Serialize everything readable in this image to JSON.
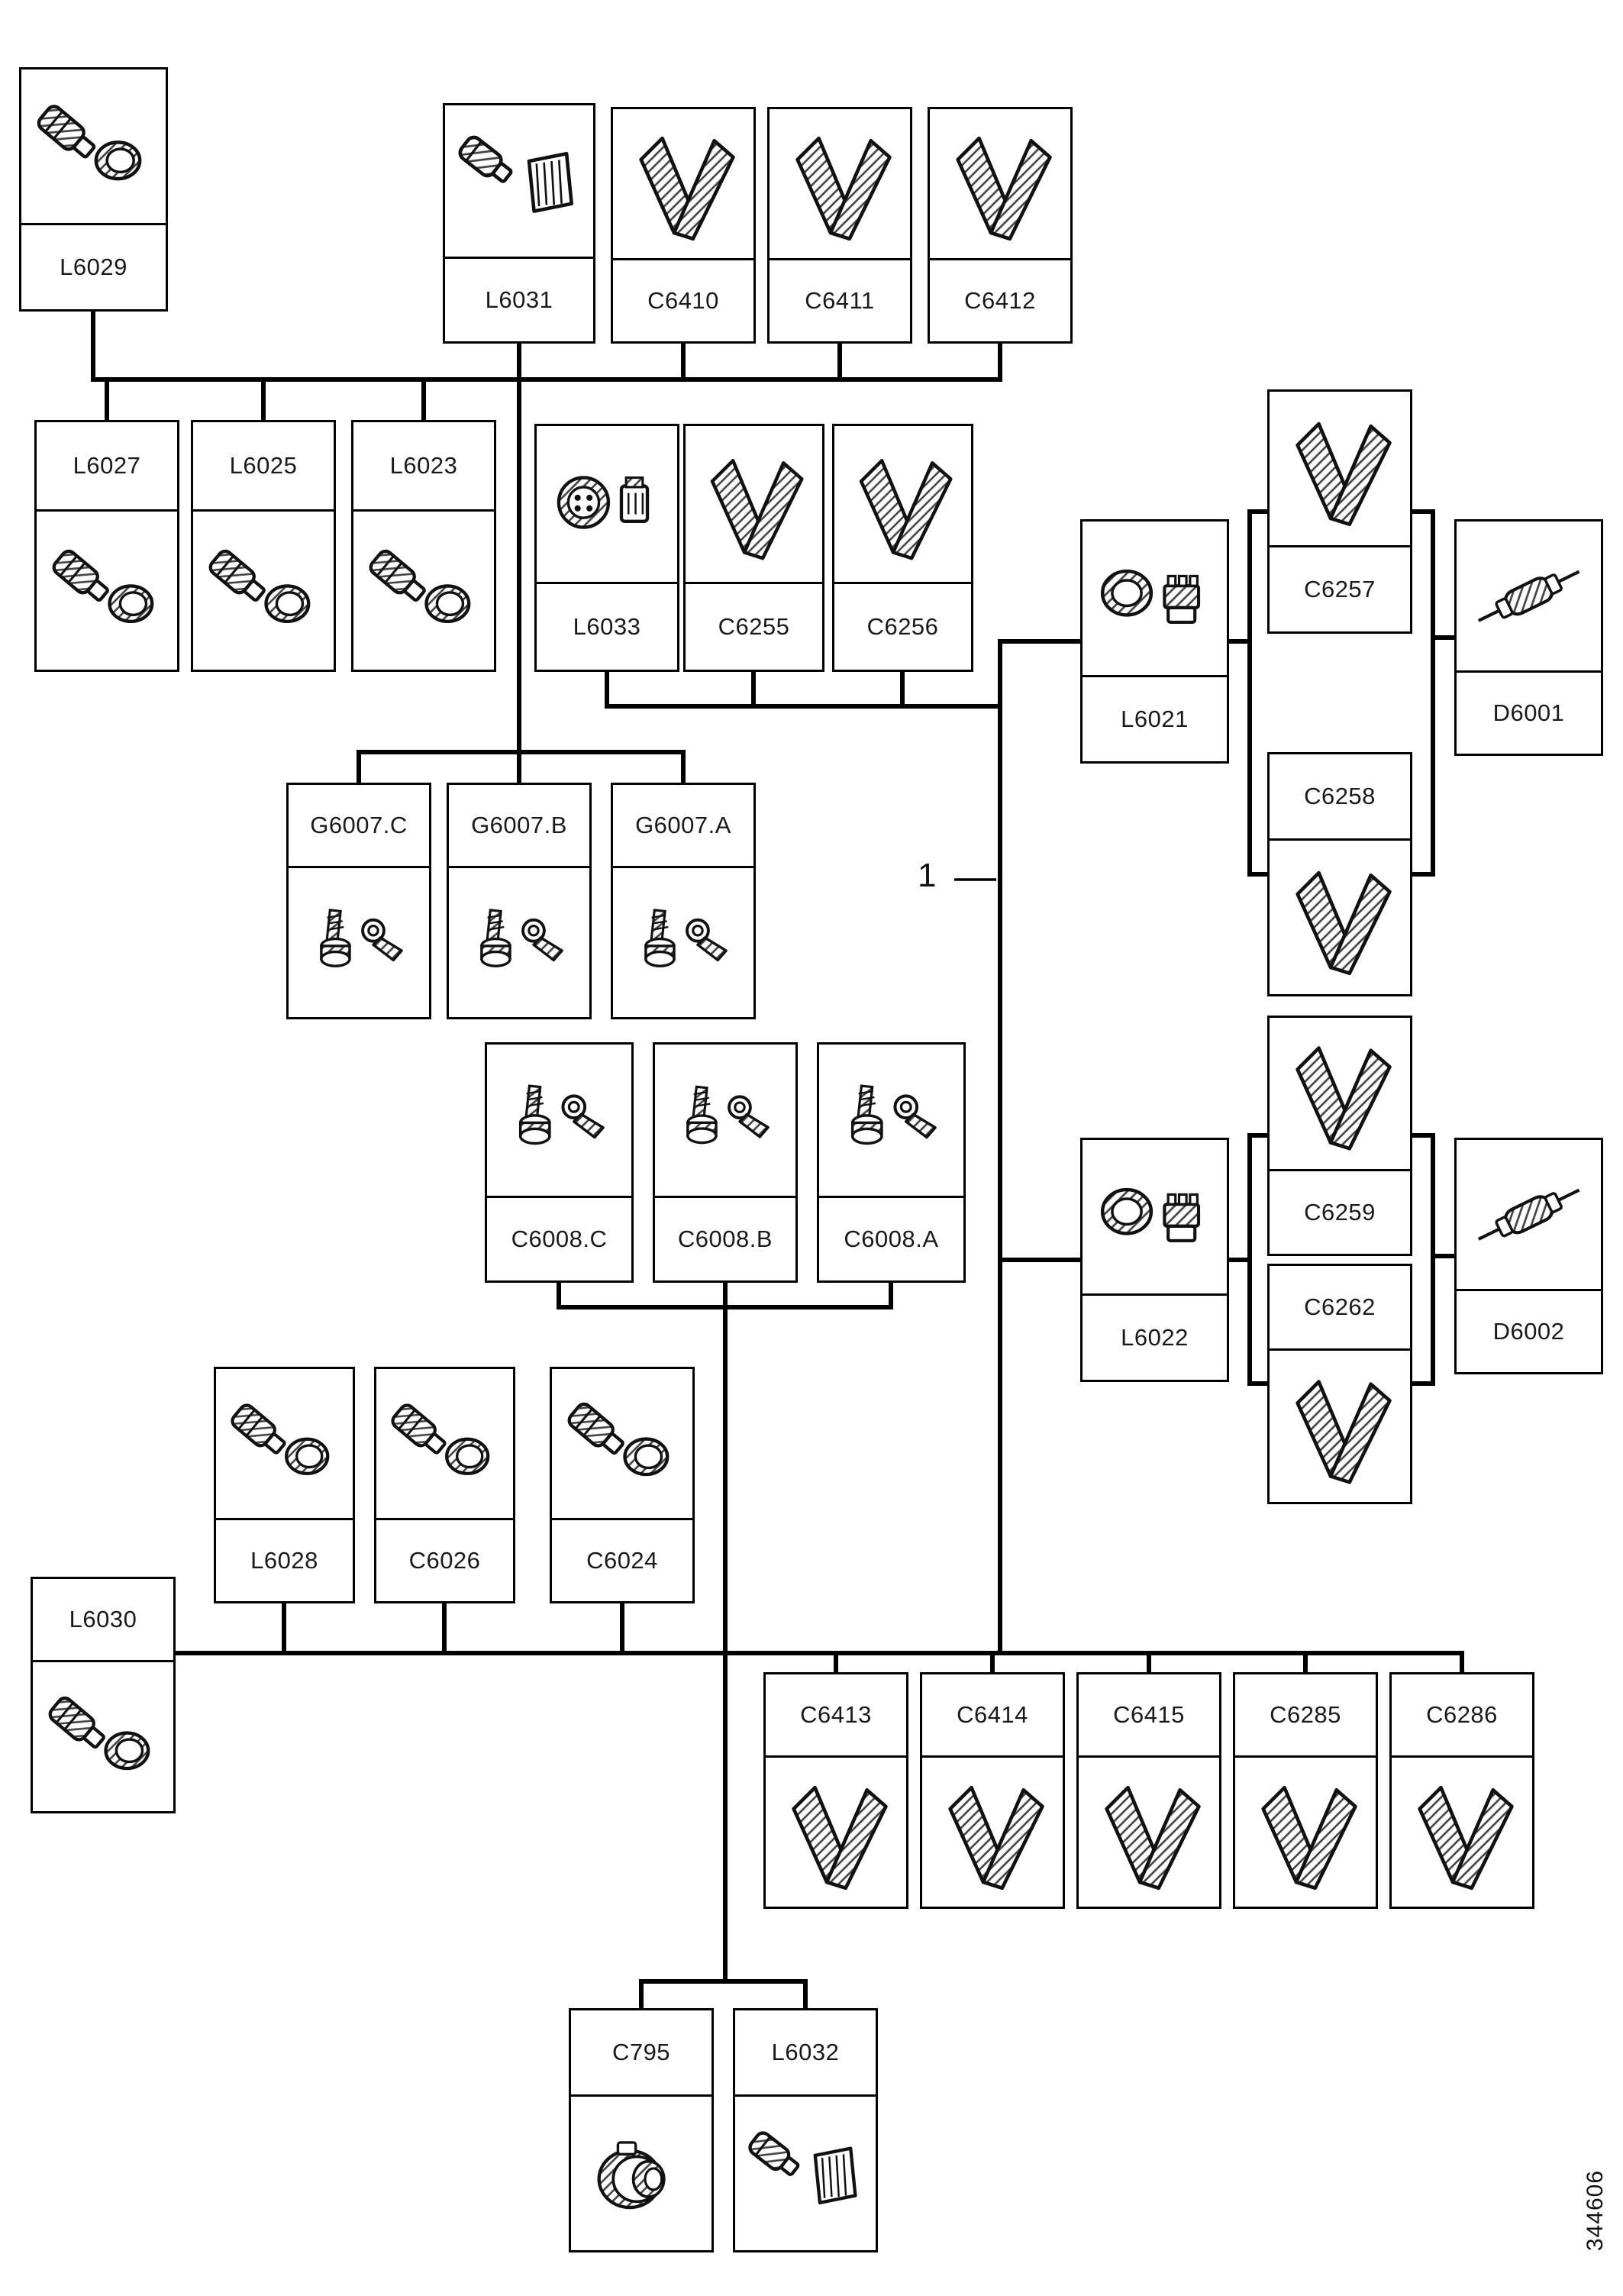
{
  "parts": {
    "l6029": "L6029",
    "l6031": "L6031",
    "c6410": "C6410",
    "c6411": "C6411",
    "c6412": "C6412",
    "l6027": "L6027",
    "l6025": "L6025",
    "l6023": "L6023",
    "l6033": "L6033",
    "c6255": "C6255",
    "c6256": "C6256",
    "c6257": "C6257",
    "l6021": "L6021",
    "d6001": "D6001",
    "c6258": "C6258",
    "g6007c": "G6007.C",
    "g6007b": "G6007.B",
    "g6007a": "G6007.A",
    "c6008c": "C6008.C",
    "c6008b": "C6008.B",
    "c6008a": "C6008.A",
    "c6259": "C6259",
    "l6022": "L6022",
    "d6002": "D6002",
    "c6262": "C6262",
    "l6028": "L6028",
    "c6026": "C6026",
    "c6024": "C6024",
    "l6030": "L6030",
    "c6413": "C6413",
    "c6414": "C6414",
    "c6415": "C6415",
    "c6285": "C6285",
    "c6286": "C6286",
    "c795": "C795",
    "l6032": "L6032"
  },
  "annotations": {
    "callout": "1",
    "figure_number": "344606"
  },
  "icons": {
    "loom": "folded-wiring-loom",
    "connector_pair": "cylindrical-connector-with-cap",
    "connector_block": "plug-with-block-connector",
    "multipin": "round-multipin-connector",
    "ring_terminal": "stud-with-ring-terminal",
    "fuse": "inline-fuse-on-wire",
    "clamp": "grommet-ring-with-connector",
    "big_connector": "large-round-connector"
  },
  "colors": {
    "background": "#ffffff",
    "line": "#000000",
    "box_border": "#000000",
    "text": "#1a1a1a",
    "hatch": "#444444"
  }
}
